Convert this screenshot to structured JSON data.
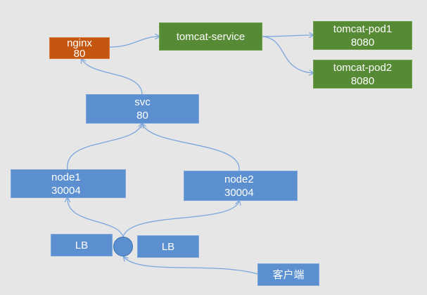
{
  "colors": {
    "background": "#e6e6e6",
    "blue": "#5b8fd0",
    "green": "#568a34",
    "orange": "#c4560f",
    "connector": "#7aa6dc"
  },
  "nodes": {
    "nginx": {
      "line1": "nginx",
      "line2": "80"
    },
    "tomcat_service": {
      "line1": "tomcat-service"
    },
    "tomcat_pod1": {
      "line1": "tomcat-pod1",
      "line2": "8080"
    },
    "tomcat_pod2": {
      "line1": "tomcat-pod2",
      "line2": "8080"
    },
    "svc": {
      "line1": "svc",
      "line2": "80"
    },
    "node1": {
      "line1": "node1",
      "line2": "30004"
    },
    "node2": {
      "line1": "node2",
      "line2": "30004"
    },
    "lb_left": {
      "line1": "LB"
    },
    "lb_right": {
      "line1": "LB"
    },
    "client": {
      "line1": "客户端"
    }
  }
}
